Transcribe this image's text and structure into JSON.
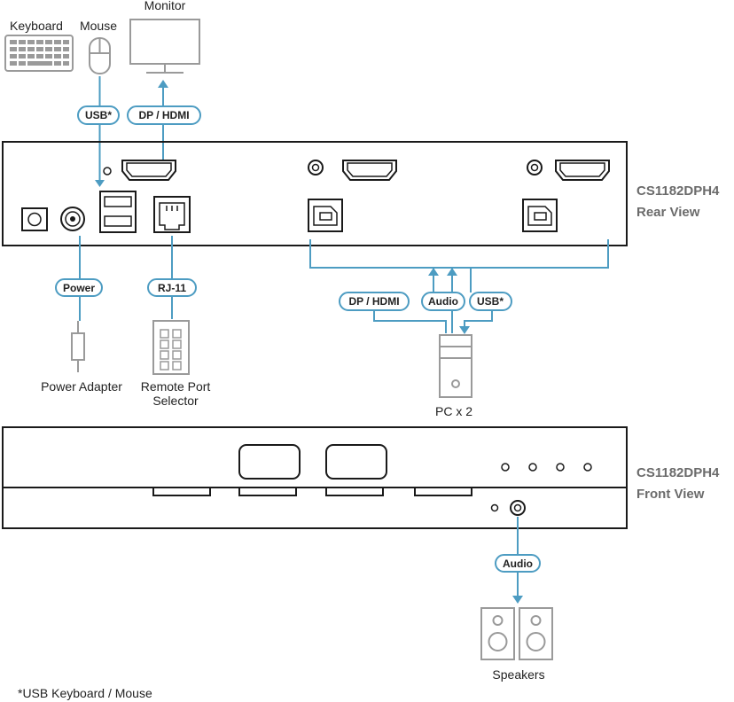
{
  "devices": {
    "keyboard": "Keyboard",
    "mouse": "Mouse",
    "monitor": "Monitor",
    "power_adapter": "Power Adapter",
    "remote_port_line1": "Remote Port",
    "remote_port_line2": "Selector",
    "pc": "PC x 2",
    "speakers": "Speakers"
  },
  "cables": {
    "usb_top": "USB*",
    "dp_hdmi_top": "DP / HDMI",
    "power": "Power",
    "rj11": "RJ-11",
    "dp_hdmi_pc": "DP / HDMI",
    "audio_pc": "Audio",
    "usb_pc": "USB*",
    "audio_speakers": "Audio"
  },
  "views": {
    "rear_model": "CS1182DPH4",
    "rear_label": "Rear View",
    "front_model": "CS1182DPH4",
    "front_label": "Front View"
  },
  "footnote": "*USB Keyboard / Mouse",
  "colors": {
    "cable": "#4d9cc2",
    "device_outline": "#9a9a9a",
    "unit_outline": "#1a1a1a",
    "view_title": "#6b6b6b"
  }
}
